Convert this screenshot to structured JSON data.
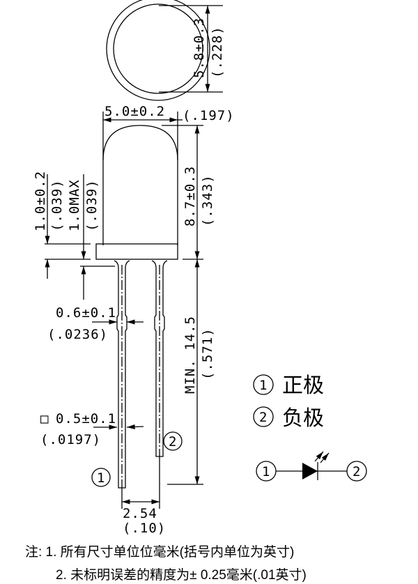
{
  "top_view": {
    "diameter": "5.8±0.3",
    "diameter_in": "(.228)"
  },
  "body": {
    "width": "5.0±0.2",
    "width_in": "(.197)",
    "height": "8.7±0.3",
    "height_in": "(.343)"
  },
  "flange": {
    "thickness": "1.0±0.2",
    "thickness_in": "(.039)",
    "max": "1.0MAX",
    "max_in": "(.039)"
  },
  "leads": {
    "kink_width": "0.6±0.1",
    "kink_width_in": "(.0236)",
    "square": "□",
    "lead_size": "0.5±0.1",
    "lead_size_in": "(.0197)",
    "length": "MIN. 14.5",
    "length_in": "(.571)",
    "pitch": "2.54",
    "pitch_in": "(.10)",
    "pin1": "1",
    "pin2": "2"
  },
  "legend": {
    "pin1_num": "1",
    "pin1_label": "正极",
    "pin2_num": "2",
    "pin2_label": "负极"
  },
  "symbol": {
    "pin1": "1",
    "pin2": "2"
  },
  "notes": {
    "line1": "注: 1. 所有尺寸单位位毫米(括号内单位为英寸)",
    "line2": "2. 未标明误差的精度为± 0.25毫米(.01英寸)"
  }
}
